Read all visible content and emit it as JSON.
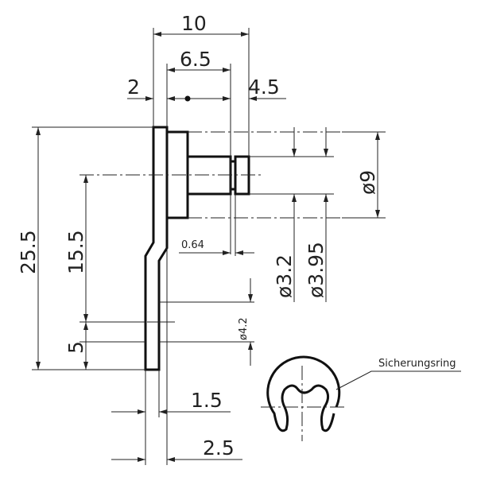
{
  "drawing": {
    "dimensions": {
      "overall_width": "10",
      "hub_width": "6.5",
      "plate_thickness": "2",
      "pin_length": "4.5",
      "height": "25.5",
      "pin_offset": "15.5",
      "hole_offset": "5",
      "hole_dia": "ø4.2",
      "shaft_dia": "ø3.2",
      "end_dia": "ø3.95",
      "hub_dia": "ø9",
      "groove_width": "0.64",
      "bend_offset": "1.5",
      "bottom_width": "2.5"
    },
    "part_label": "Sicherungsring"
  },
  "colors": {
    "line": "#111111",
    "background": "#ffffff"
  }
}
